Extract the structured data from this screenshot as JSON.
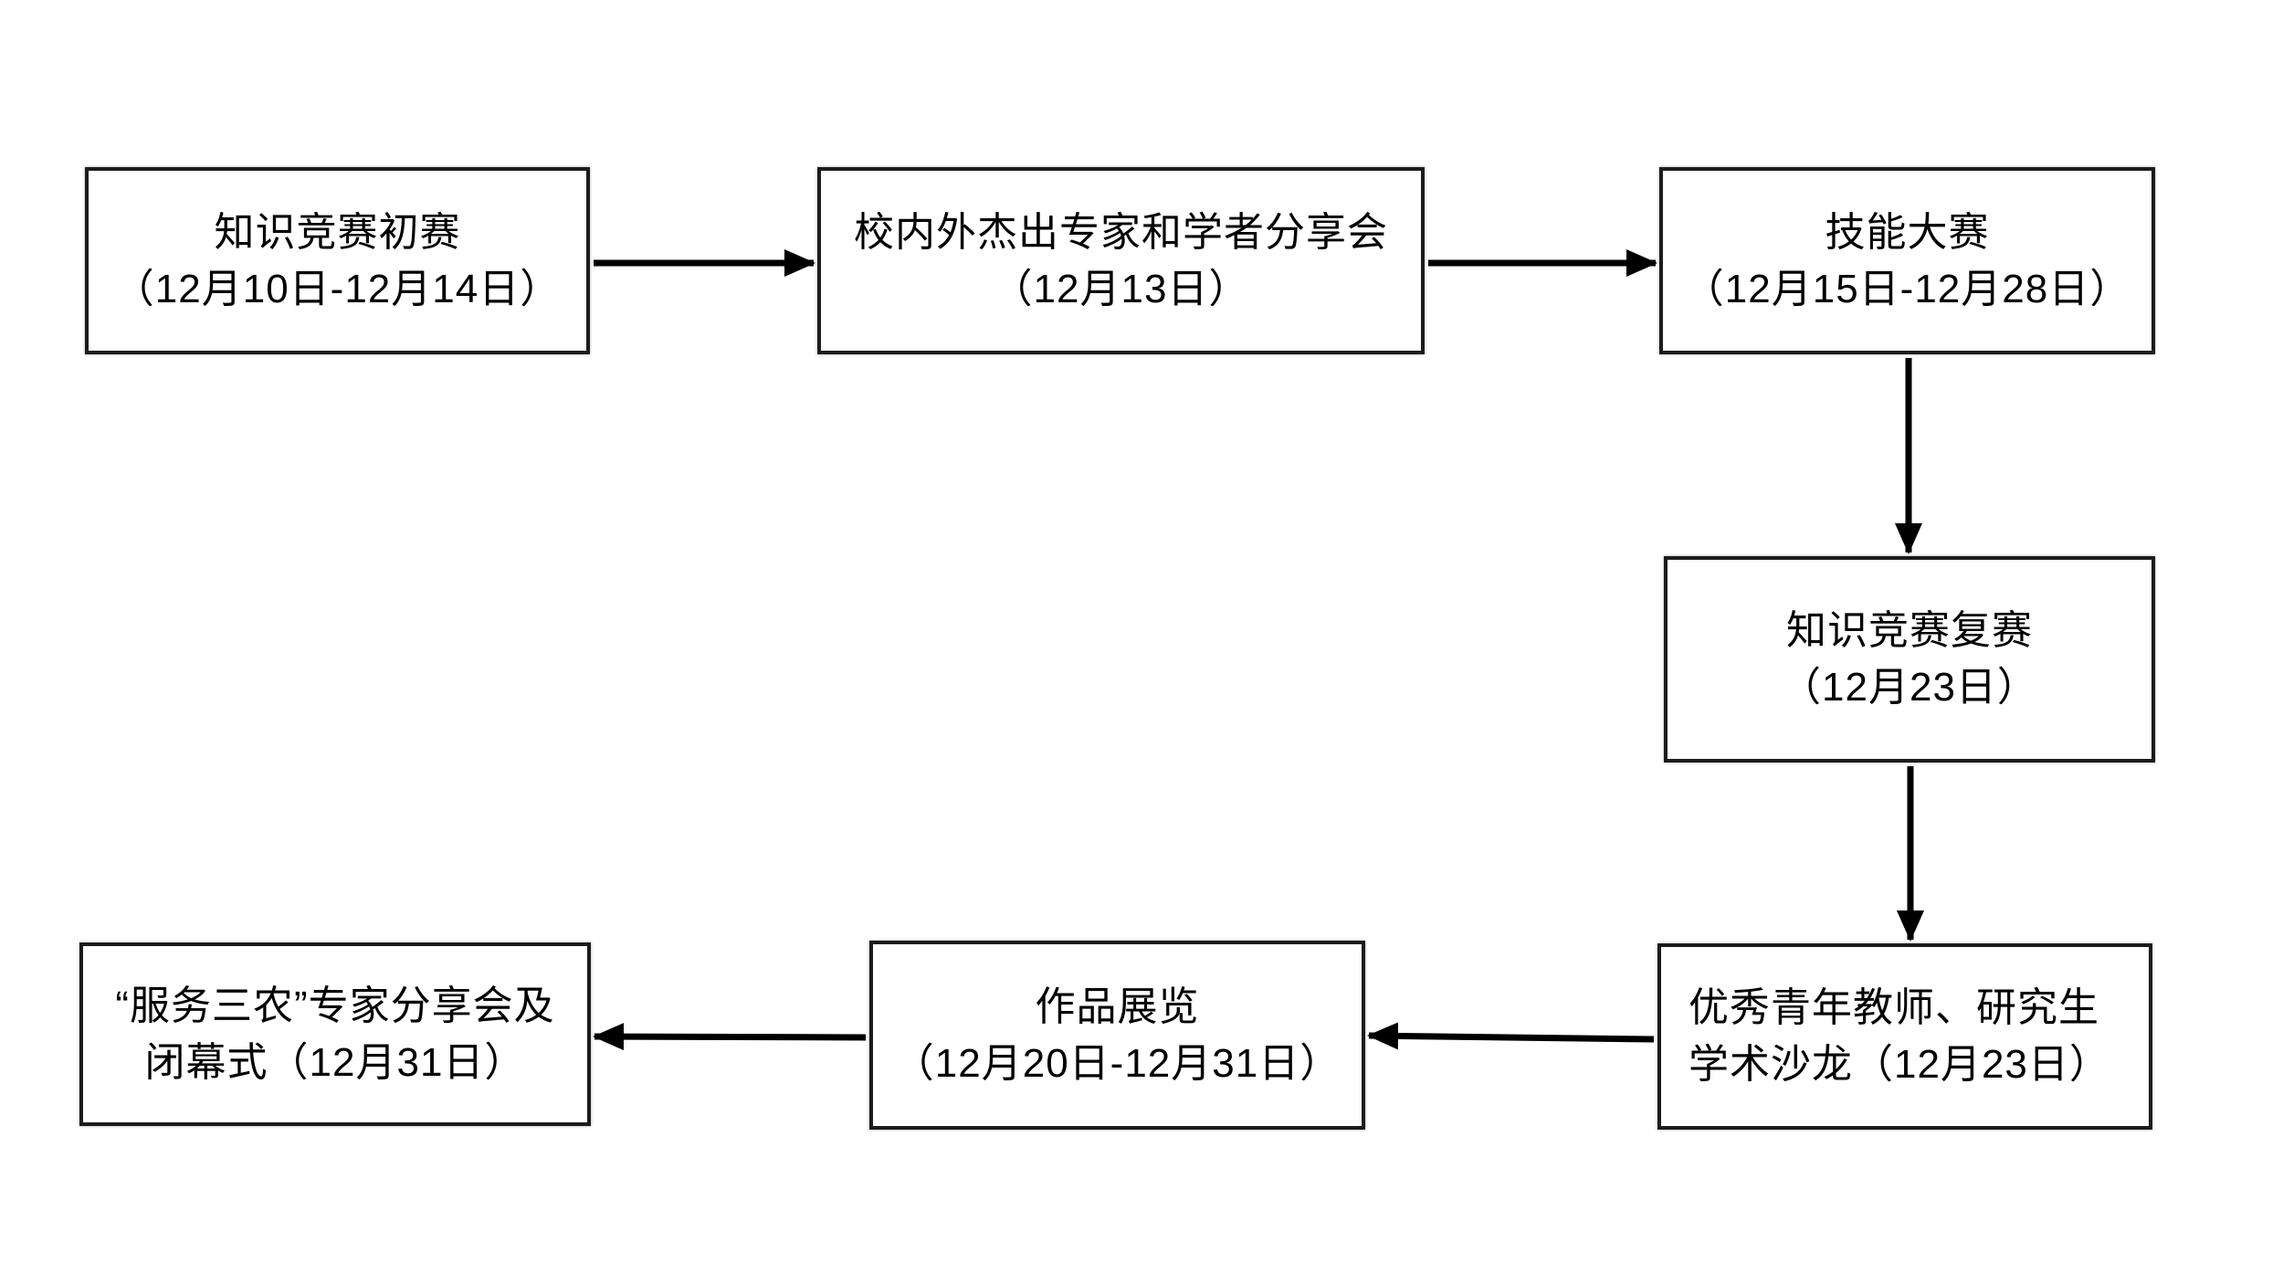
{
  "diagram": {
    "type": "flowchart",
    "background_color": "#ffffff",
    "box_fill_color": "#ffffff",
    "box_border_color": "#1c1c1c",
    "text_color": "#000000",
    "arrow_color": "#000000",
    "nodes": [
      {
        "id": "knowledge-contest-preliminary",
        "line1": "知识竞赛初赛",
        "line2": "（12月10日-12月14日）"
      },
      {
        "id": "expert-scholar-sharing",
        "line1": "校内外杰出专家和学者分享会",
        "line2": "（12月13日）"
      },
      {
        "id": "skills-competition",
        "line1": "技能大赛",
        "line2": "（12月15日-12月28日）"
      },
      {
        "id": "knowledge-contest-semifinal",
        "line1": "知识竞赛复赛",
        "line2": "（12月23日）"
      },
      {
        "id": "academic-salon",
        "line1": "优秀青年教师、研究生",
        "line2": "学术沙龙（12月23日）"
      },
      {
        "id": "works-exhibition",
        "line1": "作品展览",
        "line2": "（12月20日-12月31日）"
      },
      {
        "id": "closing-ceremony",
        "line1": "“服务三农”专家分享会及",
        "line2": "闭幕式（12月31日）"
      }
    ],
    "edges": [
      {
        "from": "knowledge-contest-preliminary",
        "to": "expert-scholar-sharing",
        "direction": "right"
      },
      {
        "from": "expert-scholar-sharing",
        "to": "skills-competition",
        "direction": "right"
      },
      {
        "from": "skills-competition",
        "to": "knowledge-contest-semifinal",
        "direction": "down"
      },
      {
        "from": "knowledge-contest-semifinal",
        "to": "academic-salon",
        "direction": "down"
      },
      {
        "from": "academic-salon",
        "to": "works-exhibition",
        "direction": "left"
      },
      {
        "from": "works-exhibition",
        "to": "closing-ceremony",
        "direction": "left"
      }
    ]
  }
}
